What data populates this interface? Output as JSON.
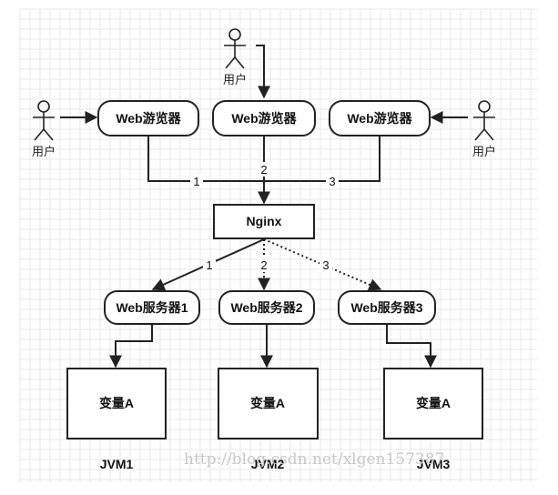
{
  "users": [
    {
      "label": "用户"
    },
    {
      "label": "用户"
    },
    {
      "label": "用户"
    }
  ],
  "browsers": [
    {
      "label": "Web游览器"
    },
    {
      "label": "Web游览器"
    },
    {
      "label": "Web游览器"
    }
  ],
  "nginx": {
    "label": "Nginx"
  },
  "upstream_edges": [
    "1",
    "2",
    "3"
  ],
  "downstream_edges": [
    "1",
    "2",
    "3"
  ],
  "servers": [
    {
      "label": "Web服务器1"
    },
    {
      "label": "Web服务器2"
    },
    {
      "label": "Web服务器3"
    }
  ],
  "variables": [
    {
      "label": "变量A"
    },
    {
      "label": "变量A"
    },
    {
      "label": "变量A"
    }
  ],
  "jvms": [
    "JVM1",
    "JVM2",
    "JVM3"
  ],
  "watermark": "http://blog.csdn.net/xlgen157387"
}
